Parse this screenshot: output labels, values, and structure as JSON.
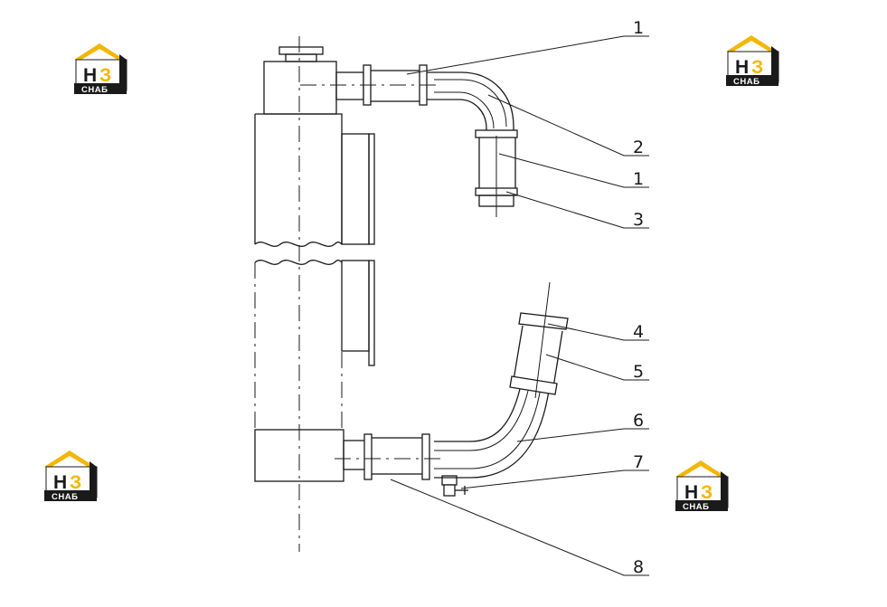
{
  "logo": {
    "mark_left": "Н",
    "mark_right": "З",
    "caption": "СНАБ",
    "colors": {
      "roof": "#f2b705",
      "dark": "#1a1a1a",
      "accent": "#f2b705"
    }
  },
  "callouts": [
    {
      "id": "c1-top",
      "label": "1"
    },
    {
      "id": "c2",
      "label": "2"
    },
    {
      "id": "c1-mid",
      "label": "1"
    },
    {
      "id": "c3",
      "label": "3"
    },
    {
      "id": "c4",
      "label": "4"
    },
    {
      "id": "c5",
      "label": "5"
    },
    {
      "id": "c6",
      "label": "6"
    },
    {
      "id": "c7",
      "label": "7"
    },
    {
      "id": "c8",
      "label": "8"
    }
  ]
}
